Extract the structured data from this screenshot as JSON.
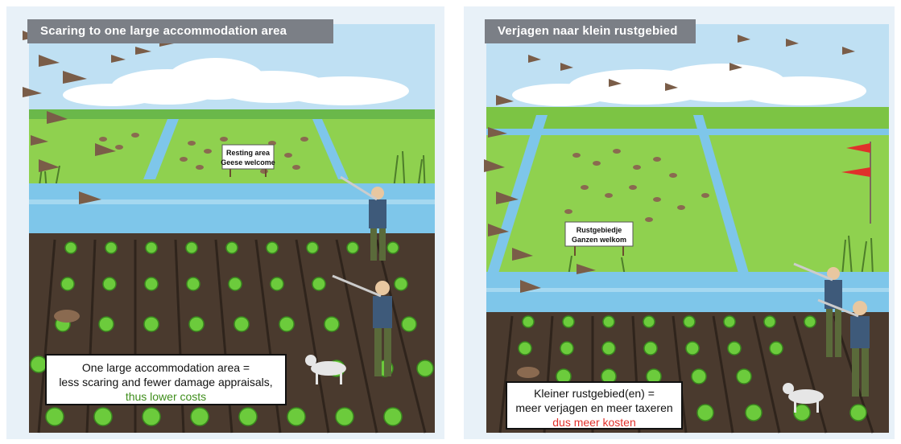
{
  "left_panel": {
    "title": "Scaring to one large accommodation area",
    "sign_line1": "Resting area",
    "sign_line2": "Geese welcome",
    "callout_line1": "One large accommodation area =",
    "callout_line2": "less scaring and fewer damage appraisals,",
    "callout_line3": "thus lower costs"
  },
  "right_panel": {
    "title": "Verjagen naar klein rustgebied",
    "sign_line1": "Rustgebiedje",
    "sign_line2": "Ganzen welkom",
    "callout_line1": "Kleiner rustgebied(en) =",
    "callout_line2": "meer verjagen en meer taxeren",
    "callout_line3": "dus meer kosten"
  },
  "colors": {
    "title_bg": "#7b7f86",
    "sky": "#bfe0f3",
    "grass": "#8fd14f",
    "water": "#7ec6ea",
    "soil": "#4a3a2e",
    "highlight_green": "#3f8e1c",
    "highlight_red": "#e0302b"
  }
}
